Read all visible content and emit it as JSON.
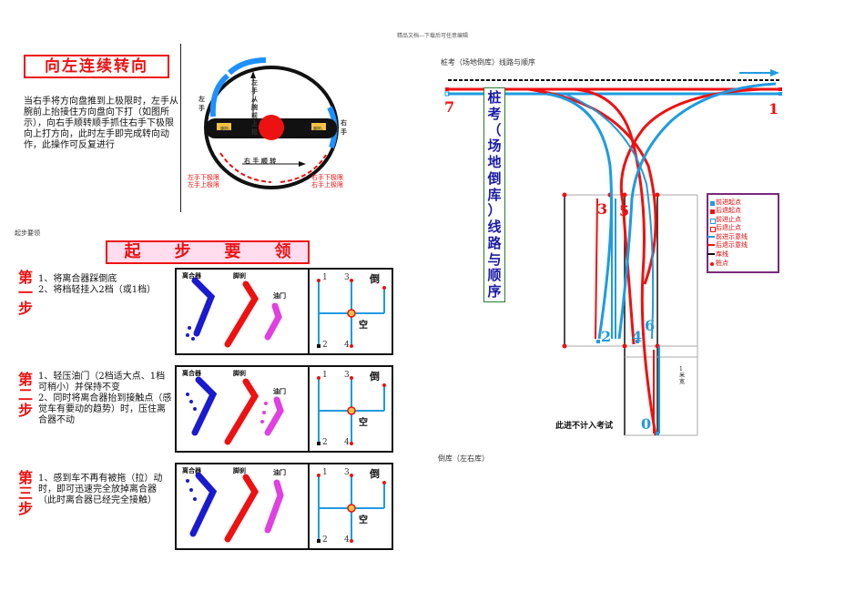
{
  "header": {
    "note": "精品文档---下载后可任意编辑"
  },
  "left_turn": {
    "title": "向左连续转向",
    "description": "当右手将方向盘推到上极限时，左手从腕前上抬接住方向盘向下打（如图所示），向右手顺转顺手抓住右手下极限向上打方向，此时左手即完成转向动作，此操作可反复进行",
    "wheel_labels": {
      "left_hand": "左手",
      "right_hand": "右手",
      "center": "左手从腕前上抬",
      "bottom": "右 手 顺 转",
      "left_red": "左手下极限",
      "left_red2": "左手上极限",
      "right_red": "右手下极限",
      "right_red2": "右手上极限",
      "horn_left": "喇叭",
      "horn_right": "喇叭"
    }
  },
  "start_section": {
    "small_label": "起步要领",
    "title_chars": [
      "起",
      "步",
      "要",
      "领"
    ],
    "pedal_labels": {
      "clutch": "离合器",
      "brake": "脚刹",
      "throttle": "油门"
    },
    "gear_labels": {
      "g1": "1",
      "g2": "2",
      "g3": "3",
      "g4": "4",
      "reverse": "倒",
      "neutral": "空"
    },
    "steps": [
      {
        "head": [
          "第",
          "一",
          "步"
        ],
        "lines": [
          "1、将离合器踩倒底",
          "2、将档轻挂入2档（或1档）"
        ]
      },
      {
        "head": [
          "第",
          "二",
          "步"
        ],
        "lines": [
          "1、轻压油门（2档适大点、1档可稍小）并保持不变",
          "2、同时将离合器抬到接触点（感觉车有要动的趋势）时，压住离合器不动"
        ]
      },
      {
        "head": [
          "第",
          "三",
          "步"
        ],
        "lines": [
          "1、感到车不再有被拖（拉）动时，即可迅速完全放掉离合器（此时离合器已经完全接触）"
        ]
      }
    ]
  },
  "parking": {
    "title": "桩考（场地倒库）线路与顺序",
    "vertical_title": [
      "桩",
      "考",
      "（",
      "场",
      "地",
      "倒",
      "库",
      "）",
      "线",
      "路",
      "与",
      "顺",
      "序"
    ],
    "points": {
      "p0": "0",
      "p1": "1",
      "p2": "2",
      "p3": "3",
      "p4": "4",
      "p5": "5",
      "p6": "6",
      "p7": "7"
    },
    "width_label": "1米宽",
    "not_counted": "此进不计入考试",
    "caption": "倒库（左右库）",
    "legend": [
      "前进起点",
      "后退起点",
      "前进止点",
      "后退止点",
      "前进示意线",
      "后退示意线",
      "库线",
      "桩点"
    ],
    "colors": {
      "red": "#e11111",
      "blue": "#1e9be0",
      "navy": "#1a1aa8",
      "purple": "#7a2a7a"
    }
  }
}
